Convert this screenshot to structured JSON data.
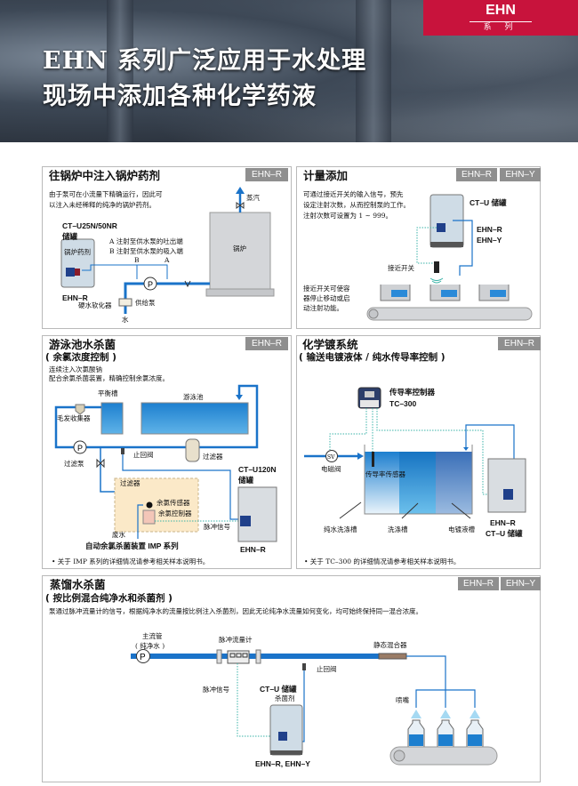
{
  "header": {
    "title_line1": "EHN 系列广泛应用于水处理",
    "title_line2": "现场中添加各种化学药液",
    "badge_model": "EHN",
    "badge_series": "系 列"
  },
  "colors": {
    "accent": "#c8133c",
    "pipe": "#1a73c9",
    "tag_bg": "#8f8f8f",
    "signal": "#3bb3a8"
  },
  "boiler": {
    "title": "往锅炉中注入锅炉药剂",
    "tags": [
      "EHN–R"
    ],
    "desc": "由于泵可在小流量下精确运行，因此可\n以注入未经稀释的纯净的锅炉药剂。",
    "steam": "蒸汽",
    "boiler": "锅炉",
    "tank_model": "CT–U25N/50NR",
    "tank_label": "储罐",
    "chemical": "锅炉药剂",
    "note_a": "A 注射至供水泵的吐出端",
    "note_b": "B 注射至供水泵的吸入端",
    "point_a": "A",
    "point_b": "B",
    "pump_model": "EHN–R",
    "softener": "硬水软化器",
    "feed_pump": "供给泵",
    "water": "水",
    "pump_symbol": "P"
  },
  "metering": {
    "title": "计量添加",
    "tags": [
      "EHN–R",
      "EHN–Y"
    ],
    "desc": "可通过接近开关的输入信号，预先\n设定注射次数，从而控制泵的工作。\n注射次数可设置为 1 ~ 999。",
    "tank": "CT–U 储罐",
    "model1": "EHN–R",
    "model2": "EHN–Y",
    "switch": "接近开关",
    "note": "接近开关可使容\n器停止移动或启\n动注射功能。"
  },
  "pool": {
    "title": "游泳池水杀菌",
    "subtitle": "( 余氯浓度控制 )",
    "tags": [
      "EHN–R"
    ],
    "desc": "连续注入次氯酸钠\n配合余氯杀菌装置，精确控制余氯浓度。",
    "balance_tank": "平衡槽",
    "pool": "游泳池",
    "hair_collector": "毛发收集器",
    "filter_pump": "过滤泵",
    "check_valve": "止回阀",
    "filter": "过滤器",
    "imp_filter": "过滤器",
    "sensor": "余氯传感器",
    "controller": "余氯控制器",
    "waste": "废水",
    "imp_name": "自动余氯杀菌装置 IMP 系列",
    "pulse": "脉冲信号",
    "tank_model": "CT–U120N",
    "tank_label": "储罐",
    "pump_model": "EHN–R",
    "pump_symbol": "P",
    "footnote": "• 关于 IMP 系列的详细情况请参考相关样本说明书。"
  },
  "plating": {
    "title": "化学镀系统",
    "subtitle": "( 输送电镀液体 / 纯水传导率控制 )",
    "tags": [
      "EHN–R"
    ],
    "controller": "传导率控制器",
    "controller_model": "TC–300",
    "valve_symbol": "SV",
    "valve": "电磁阀",
    "sensor": "传导率传感器",
    "tank1": "纯水洗涤槽",
    "tank2": "洗涤槽",
    "tank3": "电镀液槽",
    "pump_model": "EHN–R",
    "tank": "CT–U 储罐",
    "footnote": "• 关于 TC–300 的详细情况请参考相关样本说明书。"
  },
  "distilled": {
    "title": "蒸馏水杀菌",
    "subtitle": "( 按比例混合纯净水和杀菌剂 )",
    "tags": [
      "EHN–R",
      "EHN–Y"
    ],
    "desc": "泵通过脉冲流量计的信号，根据纯净水的流量按比例注入杀菌剂，因此无论纯净水流量如何变化，均可始终保持同一混合浓度。",
    "main_pipe": "主流管",
    "main_pipe_sub": "( 纯净水 )",
    "flowmeter": "脉冲流量计",
    "mixer": "静态混合器",
    "check_valve": "止回阀",
    "pulse": "脉冲信号",
    "tank": "CT–U 储罐",
    "disinfectant": "杀菌剂",
    "nozzle": "喷嘴",
    "models": "EHN–R, EHN–Y",
    "pump_symbol": "P"
  }
}
